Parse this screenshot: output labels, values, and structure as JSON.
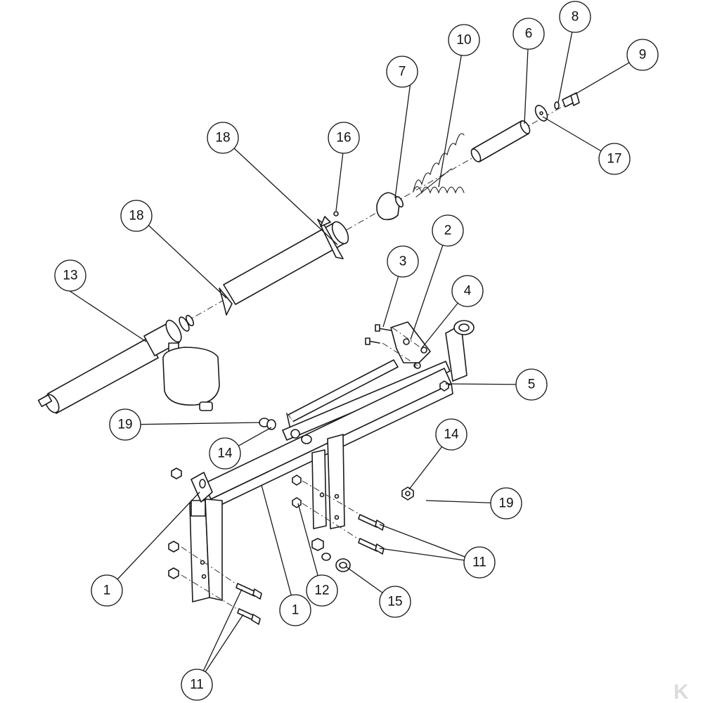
{
  "diagram": {
    "callouts": [
      {
        "id": "c-1a",
        "label": "1"
      },
      {
        "id": "c-1b",
        "label": "1"
      },
      {
        "id": "c-2",
        "label": "2"
      },
      {
        "id": "c-3",
        "label": "3"
      },
      {
        "id": "c-4",
        "label": "4"
      },
      {
        "id": "c-5",
        "label": "5"
      },
      {
        "id": "c-6",
        "label": "6"
      },
      {
        "id": "c-7",
        "label": "7"
      },
      {
        "id": "c-8",
        "label": "8"
      },
      {
        "id": "c-9",
        "label": "9"
      },
      {
        "id": "c-10",
        "label": "10"
      },
      {
        "id": "c-11a",
        "label": "11"
      },
      {
        "id": "c-11b",
        "label": "11"
      },
      {
        "id": "c-12",
        "label": "12"
      },
      {
        "id": "c-13",
        "label": "13"
      },
      {
        "id": "c-14a",
        "label": "14"
      },
      {
        "id": "c-14b",
        "label": "14"
      },
      {
        "id": "c-15",
        "label": "15"
      },
      {
        "id": "c-16",
        "label": "16"
      },
      {
        "id": "c-17",
        "label": "17"
      },
      {
        "id": "c-18a",
        "label": "18"
      },
      {
        "id": "c-18b",
        "label": "18"
      },
      {
        "id": "c-19a",
        "label": "19"
      },
      {
        "id": "c-19b",
        "label": "19"
      }
    ],
    "logo_mark": "K",
    "colors": {
      "line": "#1a1a1a",
      "background": "#ffffff",
      "logo": "#dcdcdc"
    }
  }
}
